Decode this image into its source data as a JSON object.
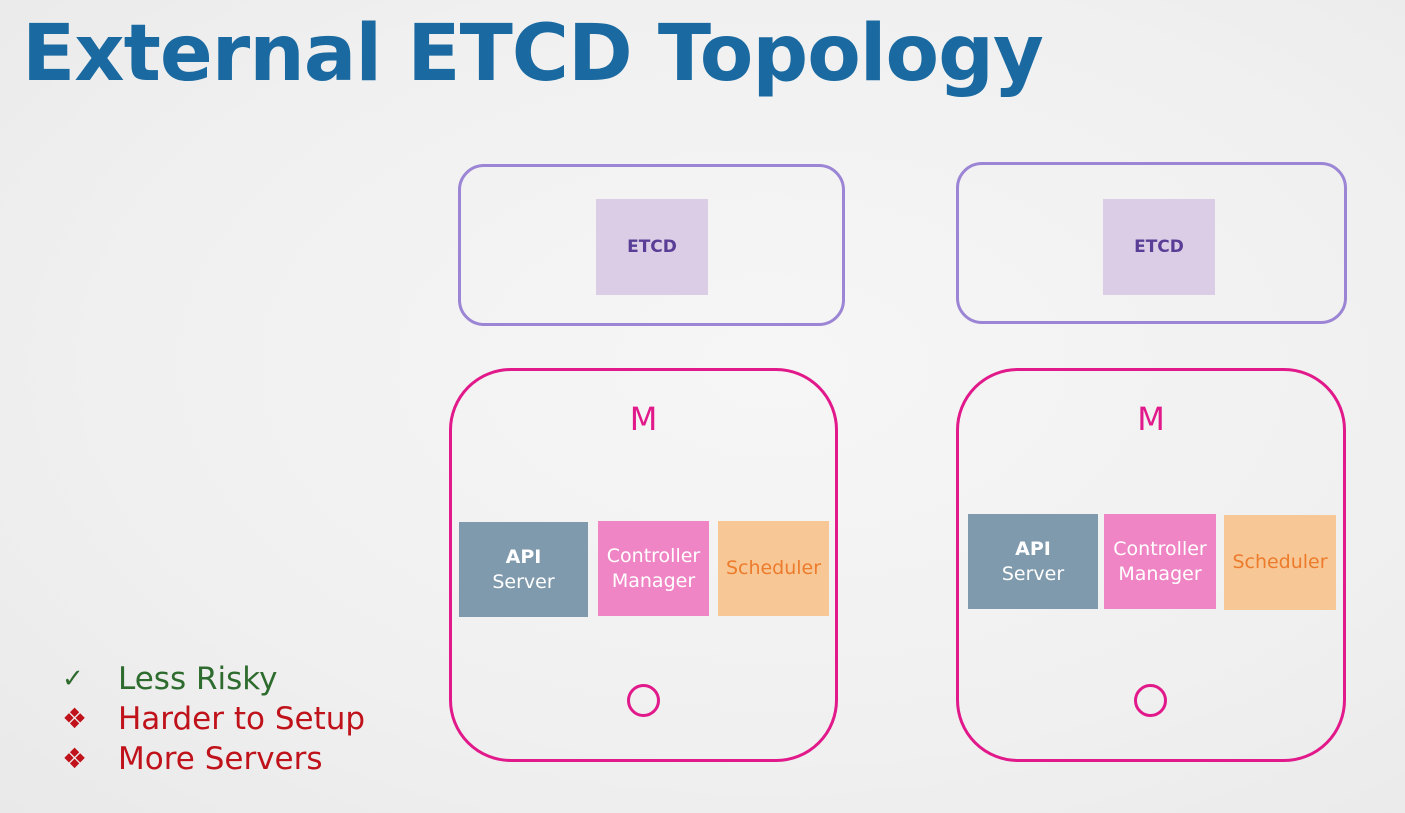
{
  "title": "External ETCD Topology",
  "colors": {
    "title": "#1a6aa1",
    "etcd_border": "#9b85d4",
    "etcd_fill": "#dccde6",
    "master_border": "#e1198a",
    "api_server": "#7f9aad",
    "controller_manager": "#ef85c5",
    "scheduler": "#f8c796",
    "pro": "#2e6b2e",
    "con": "#c0121a"
  },
  "etcd_nodes": [
    {
      "label": "ETCD"
    },
    {
      "label": "ETCD"
    }
  ],
  "masters": [
    {
      "label": "M",
      "api_line1": "API",
      "api_line2": "Server",
      "cm_line1": "Controller",
      "cm_line2": "Manager",
      "scheduler": "Scheduler"
    },
    {
      "label": "M",
      "api_line1": "API",
      "api_line2": "Server",
      "cm_line1": "Controller",
      "cm_line2": "Manager",
      "scheduler": "Scheduler"
    }
  ],
  "bullets": [
    {
      "marker": "check-icon",
      "text": "Less Risky",
      "type": "pro"
    },
    {
      "marker": "diamond-bullet-icon",
      "text": "Harder to Setup",
      "type": "con"
    },
    {
      "marker": "diamond-bullet-icon",
      "text": "More Servers",
      "type": "con"
    }
  ]
}
